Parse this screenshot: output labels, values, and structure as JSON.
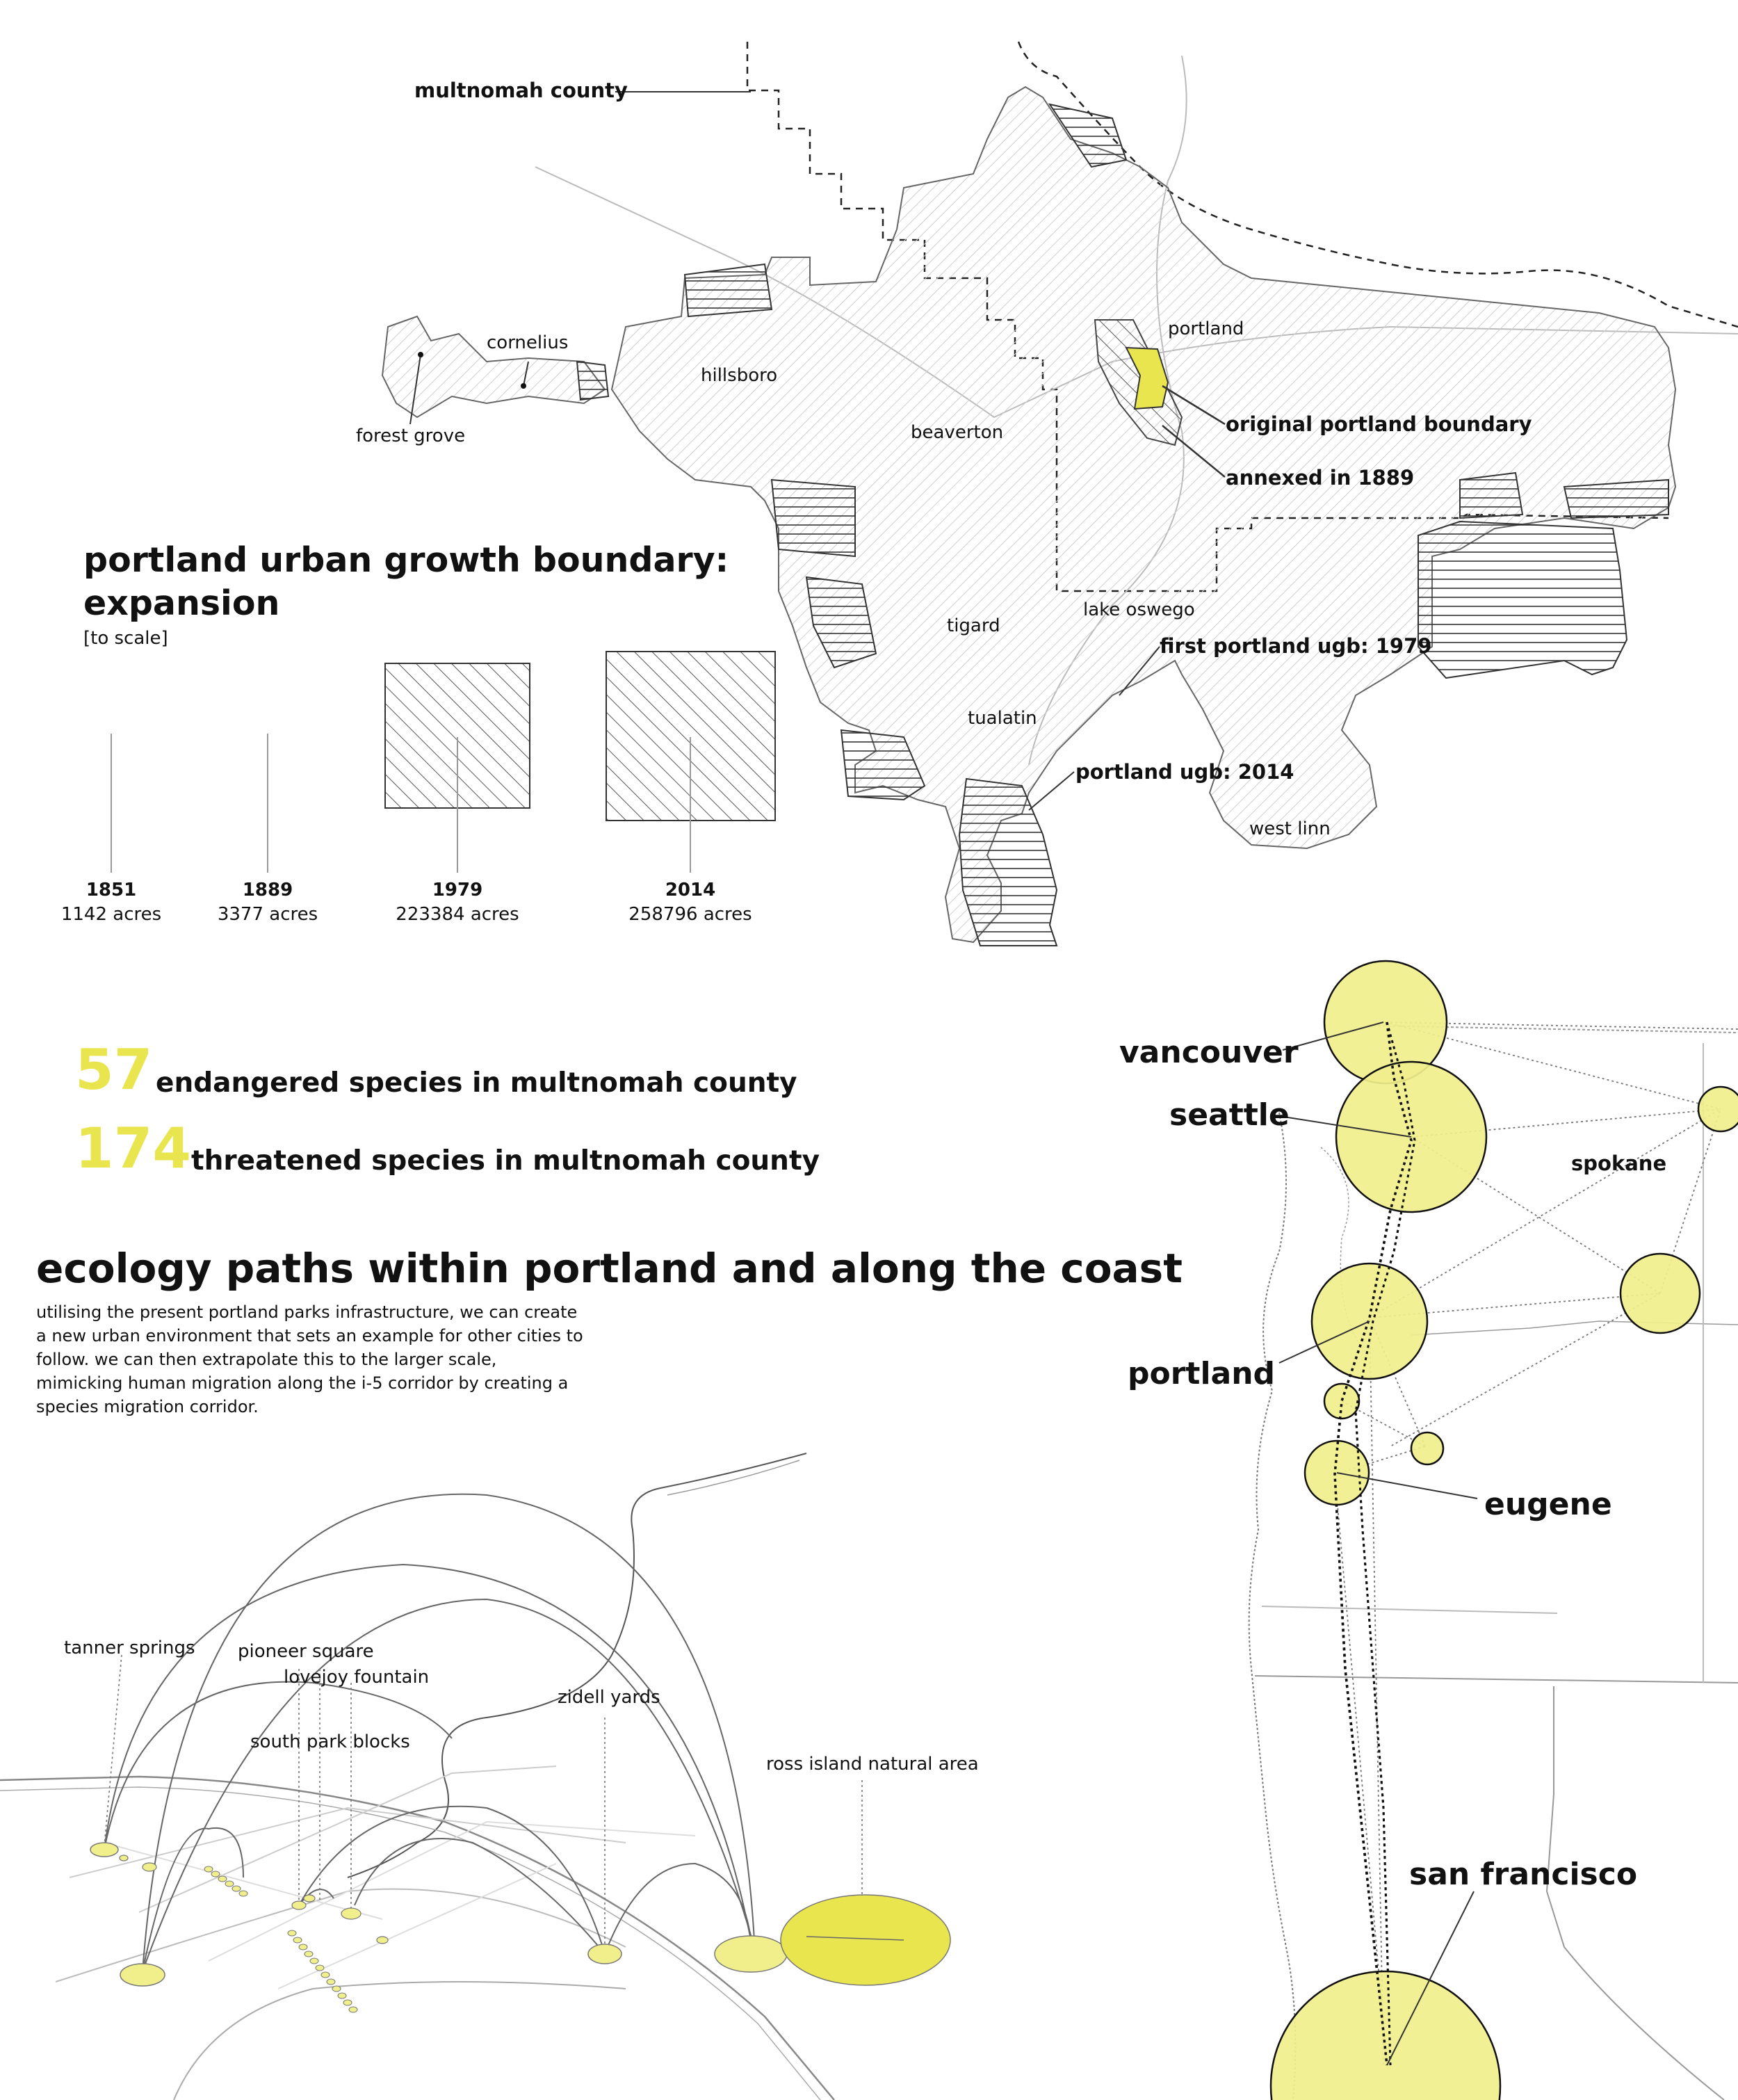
{
  "map_labels": {
    "multnomah_county": "multnomah county",
    "cornelius": "cornelius",
    "forest_grove": "forest grove",
    "hillsboro": "hillsboro",
    "beaverton": "beaverton",
    "portland": "portland",
    "original_boundary": "original portland boundary",
    "annexed": "annexed in 1889",
    "tigard": "tigard",
    "lake_oswego": "lake oswego",
    "first_ugb": "first portland ugb: 1979",
    "tualatin": "tualatin",
    "ugb_2014": "portland ugb: 2014",
    "west_linn": "west linn"
  },
  "expansion": {
    "title_line1": "portland urban growth boundary:",
    "title_line2": "expansion",
    "subtitle": "[to scale]",
    "items": [
      {
        "year": "1851",
        "acres": "1142 acres"
      },
      {
        "year": "1889",
        "acres": "3377 acres"
      },
      {
        "year": "1979",
        "acres": "223384 acres"
      },
      {
        "year": "2014",
        "acres": "258796 acres"
      }
    ]
  },
  "stats": [
    {
      "number": "57",
      "text": "endangered species in multnomah county"
    },
    {
      "number": "174",
      "text": "threatened species in multnomah county"
    }
  ],
  "ecology": {
    "title": "ecology paths within portland and along the coast",
    "paragraph": "utilising the present portland parks infrastructure, we can create a new urban environment that sets an example for other cities to follow. we can then extrapolate this to the larger scale, mimicking human migration along the i-5 corridor by creating a species migration corridor."
  },
  "parks": {
    "tanner_springs": "tanner springs",
    "pioneer_square": "pioneer square",
    "lovejoy_fountain": "lovejoy fountain",
    "south_park_blocks": "south park blocks",
    "zidell_yards": "zidell yards",
    "ross_island": "ross island natural area"
  },
  "cities": {
    "vancouver": "vancouver",
    "seattle": "seattle",
    "spokane": "spokane",
    "portland": "portland",
    "eugene": "eugene",
    "san_francisco": "san francisco"
  },
  "colors": {
    "accent_yellow": "#e9e54e",
    "circle_fill": "#f1ef8c",
    "line_gray": "#888888"
  }
}
